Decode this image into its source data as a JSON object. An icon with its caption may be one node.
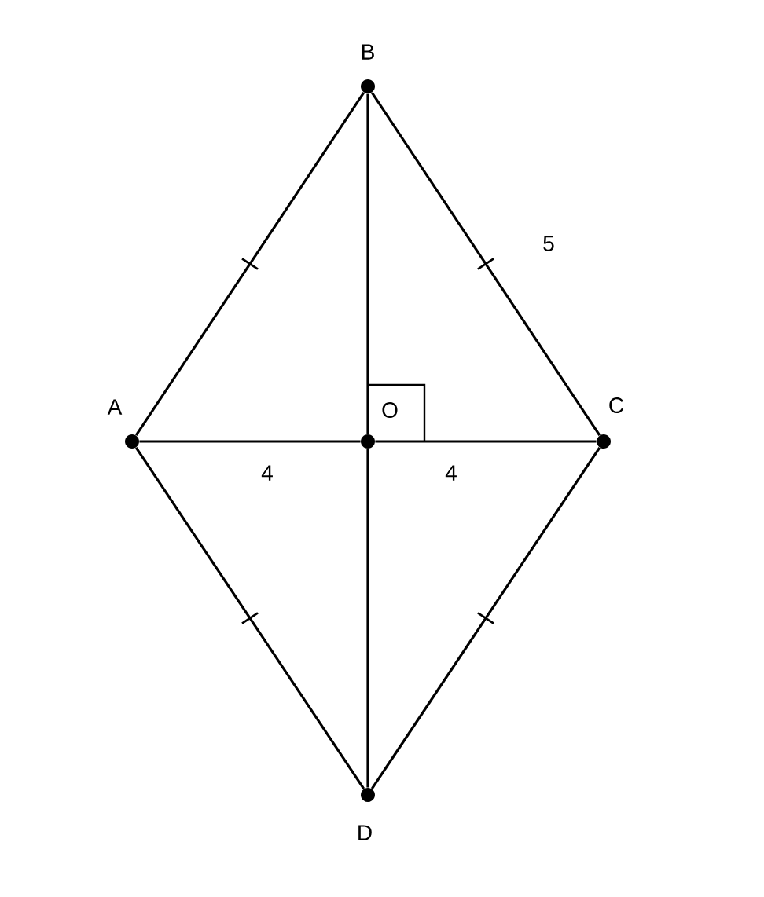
{
  "diagram": {
    "nodes": [
      {
        "text": [
          "B"
        ]
      },
      {
        "text": [
          "A"
        ]
      },
      {
        "text": [
          "O"
        ]
      },
      {
        "text": [
          "C"
        ]
      },
      {
        "text": [
          "D"
        ]
      }
    ],
    "edges": [
      {
        "from": 1,
        "to": 0,
        "arrow": "none"
      },
      {
        "from": 0,
        "to": 3,
        "arrow": "none",
        "label": "5"
      },
      {
        "from": 3,
        "to": 4,
        "arrow": "none"
      },
      {
        "from": 4,
        "to": 1,
        "arrow": "none"
      },
      {
        "from": 1,
        "to": 2,
        "arrow": "none",
        "label": "4"
      },
      {
        "from": 2,
        "to": 3,
        "arrow": "none",
        "label": "4"
      },
      {
        "from": 0,
        "to": 2,
        "arrow": "none"
      },
      {
        "from": 2,
        "to": 4,
        "arrow": "none"
      }
    ]
  }
}
